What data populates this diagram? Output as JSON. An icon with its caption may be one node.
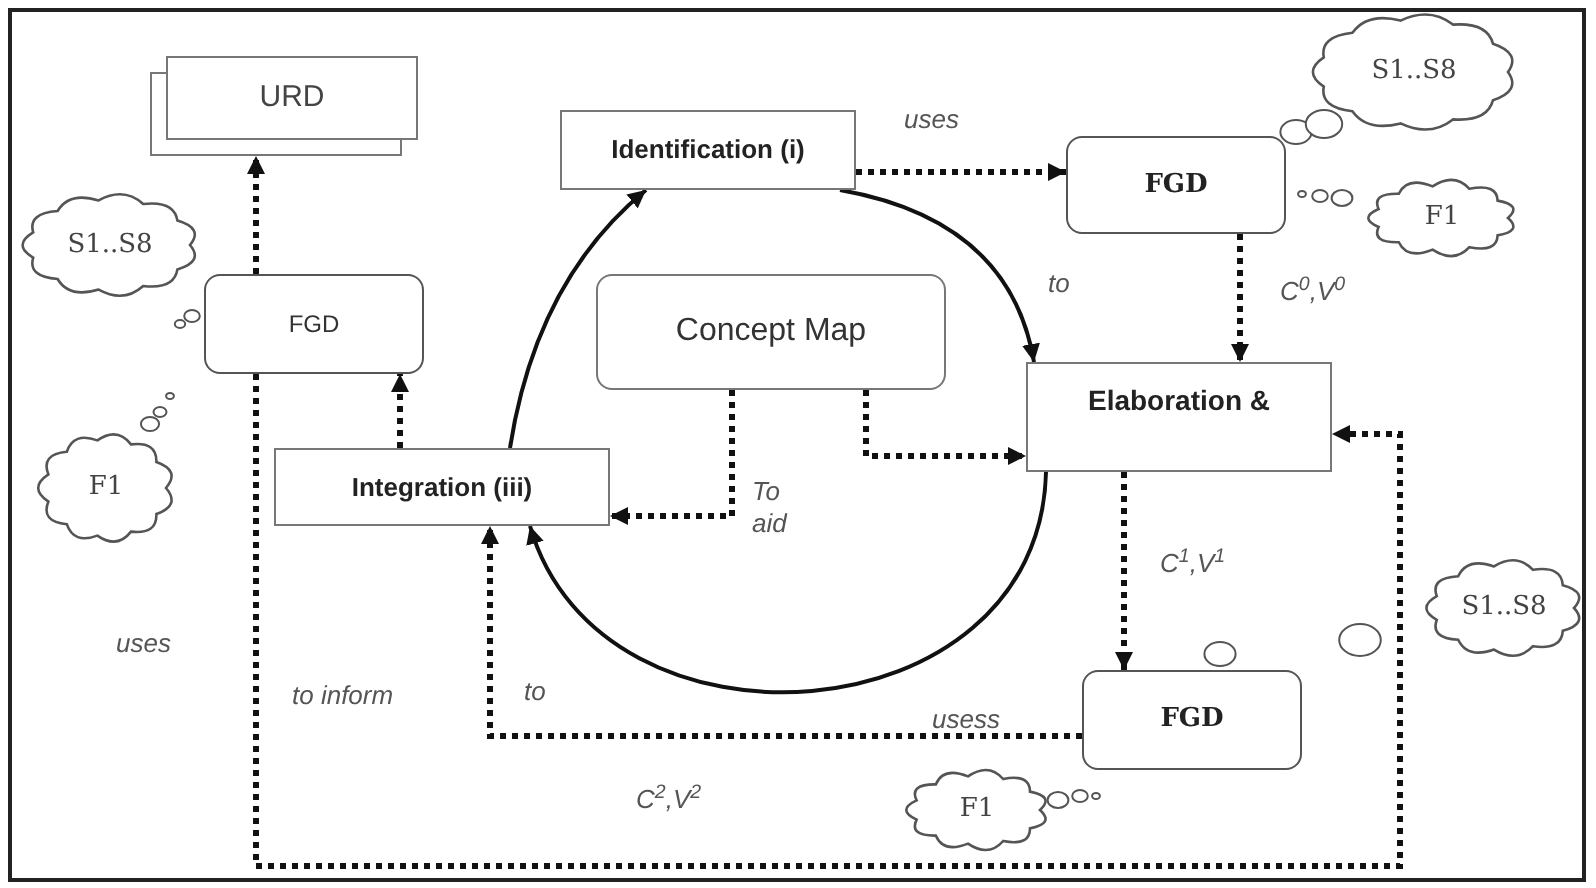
{
  "diagram": {
    "nodes": [
      {
        "text": [
          "URD"
        ]
      },
      {
        "text": [
          "Identification (i)"
        ]
      },
      {
        "text": [
          "FGD"
        ]
      },
      {
        "text": [
          "S1..S8"
        ]
      },
      {
        "text": [
          "F1"
        ]
      },
      {
        "text": [
          "FGD"
        ]
      },
      {
        "text": [
          "S1..S8"
        ]
      },
      {
        "text": [
          "F1"
        ]
      },
      {
        "text": [
          "Concept Map"
        ]
      },
      {
        "text": [
          "Elaboration &"
        ]
      },
      {
        "text": [
          "Integration (iii)"
        ]
      },
      {
        "text": [
          "FGD"
        ]
      },
      {
        "text": [
          "S1..S8"
        ]
      },
      {
        "text": [
          "F1"
        ]
      }
    ],
    "edges": [
      {
        "from": 5,
        "to": 0,
        "arrow": "to",
        "style": "dashed"
      },
      {
        "from": 10,
        "to": 5,
        "arrow": "to",
        "style": "dashed"
      },
      {
        "from": 10,
        "to": 1,
        "arrow": "to"
      },
      {
        "from": 1,
        "to": 2,
        "arrow": "to",
        "style": "dashed",
        "label": "uses"
      },
      {
        "from": 1,
        "to": 9,
        "arrow": "to",
        "label": "to"
      },
      {
        "from": 2,
        "to": 9,
        "arrow": "to",
        "style": "dashed",
        "label": "C$^{0}$,V$^{0}$"
      },
      {
        "from": 8,
        "to": 9,
        "arrow": "to",
        "style": "dashed"
      },
      {
        "from": 8,
        "to": 10,
        "arrow": "to",
        "style": "dashed",
        "label": "To aid"
      },
      {
        "from": 9,
        "to": 11,
        "arrow": "to",
        "style": "dashed",
        "label": "C$^{1}$,V$^{1}$"
      },
      {
        "from": 9,
        "to": 10,
        "arrow": "to"
      },
      {
        "from": 11,
        "to": 10,
        "arrow": "to",
        "style": "dashed",
        "label": "to"
      },
      {
        "from": 5,
        "to": 9,
        "arrow": "to",
        "style": "dashed",
        "label": "C$^{2}$,V$^{2}$"
      }
    ],
    "labels": [
      "uses",
      "to inform",
      "usess"
    ]
  }
}
